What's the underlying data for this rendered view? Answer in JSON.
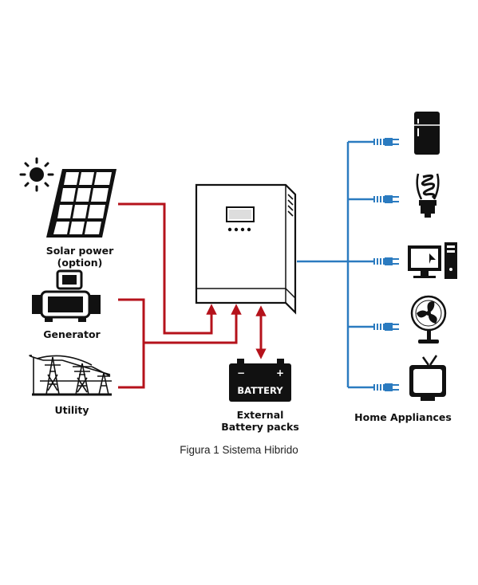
{
  "sources": {
    "solar_line1": "Solar power",
    "solar_line2": "(option)",
    "generator": "Generator",
    "utility": "Utility"
  },
  "battery": {
    "device_label": "BATTERY",
    "label_line1": "External",
    "label_line2": "Battery packs"
  },
  "appliances": {
    "label": "Home Appliances",
    "items": [
      "refrigerator-icon",
      "lightbulb-icon",
      "computer-icon",
      "fan-icon",
      "tv-icon"
    ]
  },
  "caption": "Figura 1 Sistema Hibrido",
  "colors": {
    "input_wire": "#b5121b",
    "output_wire": "#2b7bc0",
    "outline": "#111111"
  }
}
